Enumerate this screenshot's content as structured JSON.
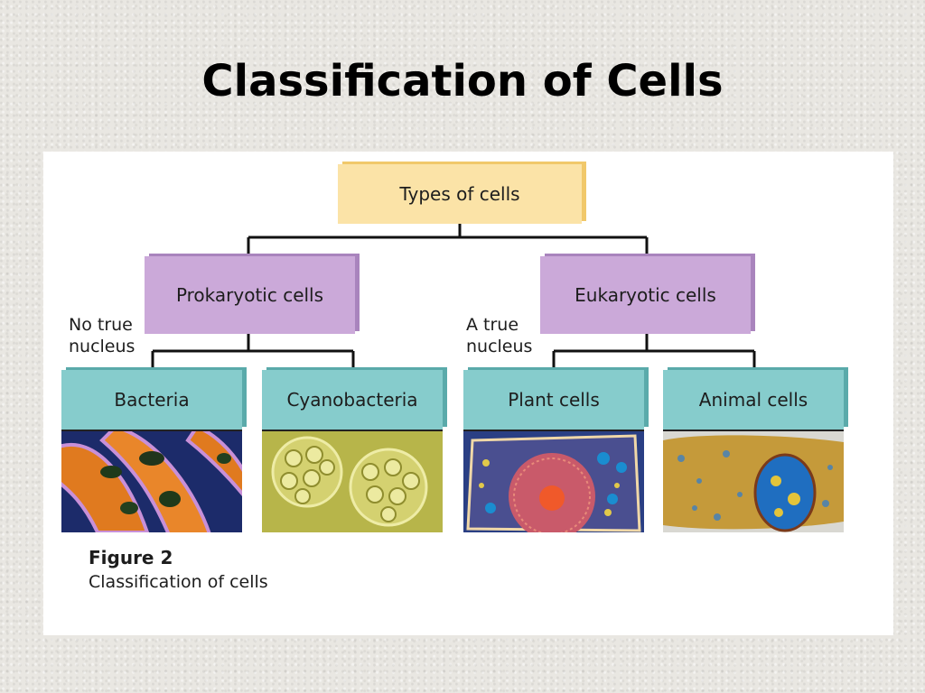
{
  "title": "Classification of Cells",
  "diagram": {
    "root": "Types of cells",
    "prokaryotic": {
      "label": "Prokaryotic cells",
      "note": "No true\nnucleus",
      "children": [
        "Bacteria",
        "Cyanobacteria"
      ]
    },
    "eukaryotic": {
      "label": "Eukaryotic cells",
      "note": "A true\nnucleus",
      "children": [
        "Plant cells",
        "Animal cells"
      ]
    }
  },
  "figure": {
    "label": "Figure 2",
    "caption": "Classification of cells"
  },
  "colors": {
    "root_box": "#fbe3a7",
    "branch_box": "#cba9d9",
    "leaf_box": "#86cccc",
    "connector": "#111111"
  }
}
